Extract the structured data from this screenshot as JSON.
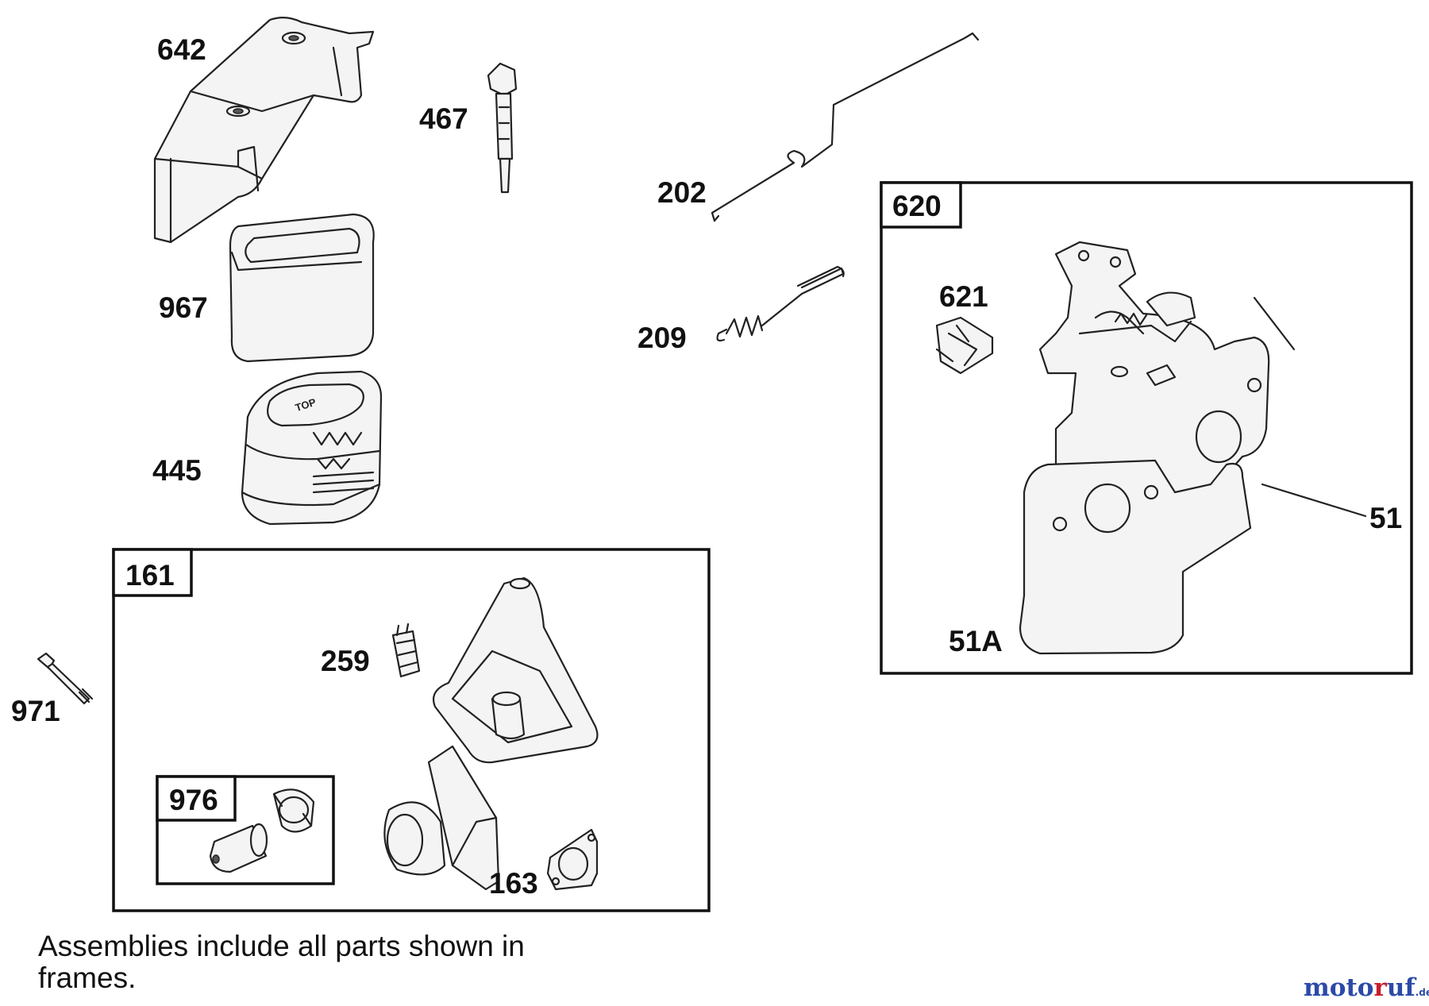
{
  "parts": {
    "p642": "642",
    "p467": "467",
    "p202": "202",
    "p209": "209",
    "p967": "967",
    "p445": "445",
    "p621": "621",
    "p51": "51",
    "p51a": "51A",
    "p971": "971",
    "p259": "259",
    "p163": "163"
  },
  "frames": {
    "f620": "620",
    "f161": "161",
    "f976": "976"
  },
  "filter_label": "TOP",
  "note": {
    "line1": "Assemblies include all parts shown in",
    "line2": "frames."
  },
  "watermark": {
    "a": "moto",
    "b": "r",
    "c": "uf",
    "sub": ".de"
  },
  "colors": {
    "watermark_blue": "#2b4aa8",
    "watermark_red": "#c81d2b"
  }
}
